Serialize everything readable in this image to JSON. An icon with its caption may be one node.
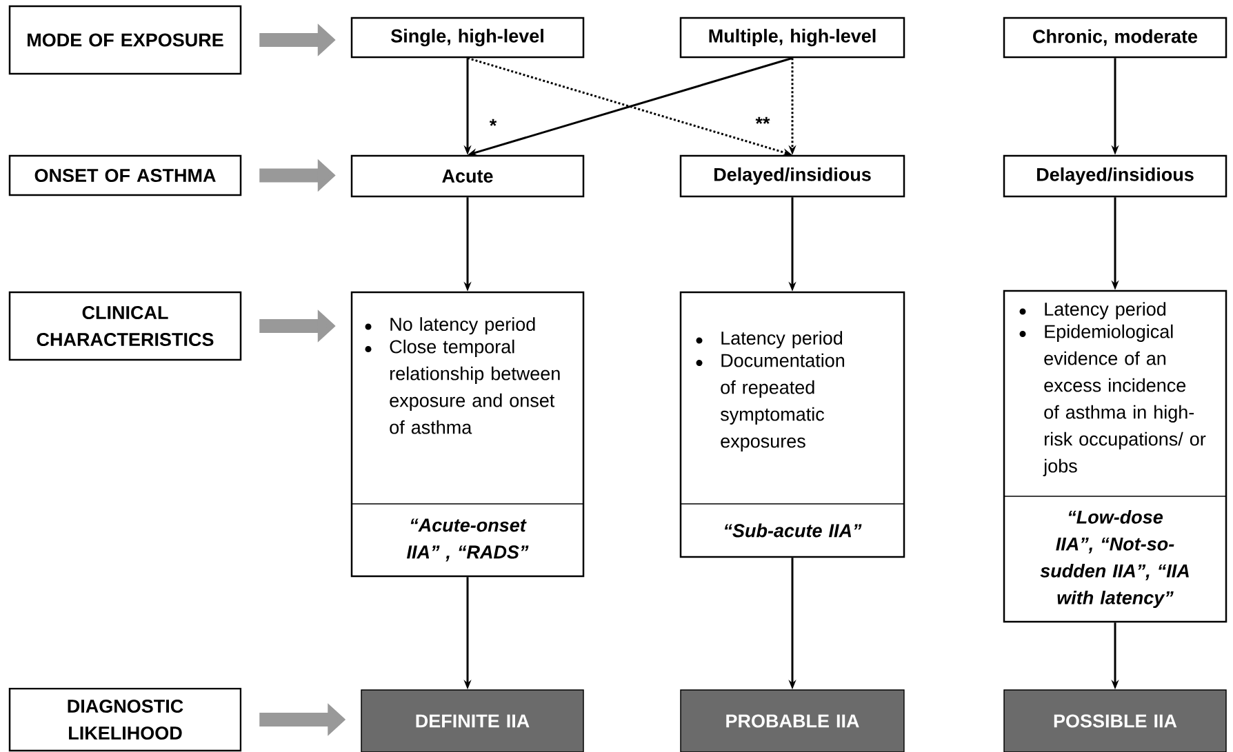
{
  "diagram": {
    "nodes": [
      {
        "text": [
          "MODE OF EXPOSURE"
        ]
      },
      {
        "text": [
          "Single, high-level"
        ]
      },
      {
        "text": [
          "Multiple, high-level"
        ]
      },
      {
        "text": [
          "Chronic, moderate"
        ]
      },
      {
        "text": [
          "ONSET OF ASTHMA"
        ]
      },
      {
        "text": [
          "Acute"
        ]
      },
      {
        "text": [
          "Delayed/insidious"
        ]
      },
      {
        "text": [
          "Delayed/insidious"
        ]
      },
      {
        "text": [
          "CLINICAL CHARACTERISTICS"
        ]
      },
      {
        "text": [
          "No latency period",
          "Close temporal relationship between exposure and onset of asthma",
          "“Acute-onset IIA” , “RADS”"
        ]
      },
      {
        "text": [
          "Latency period",
          "Documentation of repeated symptomatic exposures",
          "“Sub-acute IIA”"
        ]
      },
      {
        "text": [
          "Latency period",
          "Epidemiological evidence of an excess incidence of asthma in high-risk occupations/ or jobs",
          "“Low-dose IIA”, “Not-so-sudden IIA”, “IIA with latency”"
        ]
      },
      {
        "text": [
          "DIAGNOSTIC LIKELIHOOD"
        ]
      },
      {
        "text": [
          "DEFINITE IIA"
        ]
      },
      {
        "text": [
          "PROBABLE IIA"
        ]
      },
      {
        "text": [
          "POSSIBLE IIA"
        ]
      }
    ],
    "edges": [
      {
        "from": 0,
        "to": 1,
        "arrow": "to",
        "style": "thick",
        "color": "#999999"
      },
      {
        "from": 4,
        "to": 5,
        "arrow": "to",
        "style": "thick",
        "color": "#999999"
      },
      {
        "from": 8,
        "to": 9,
        "arrow": "to",
        "style": "thick",
        "color": "#999999"
      },
      {
        "from": 12,
        "to": 13,
        "arrow": "to",
        "style": "thick",
        "color": "#999999"
      },
      {
        "from": 1,
        "to": 5,
        "arrow": "to"
      },
      {
        "from": 2,
        "to": 5,
        "arrow": "to"
      },
      {
        "from": 1,
        "to": 6,
        "arrow": "to",
        "style": "dashed"
      },
      {
        "from": 2,
        "to": 6,
        "arrow": "to",
        "style": "dashed"
      },
      {
        "from": 3,
        "to": 7,
        "arrow": "to"
      },
      {
        "from": 5,
        "to": 9,
        "arrow": "to"
      },
      {
        "from": 6,
        "to": 10,
        "arrow": "to"
      },
      {
        "from": 7,
        "to": 11,
        "arrow": "to"
      },
      {
        "from": 9,
        "to": 13,
        "arrow": "to"
      },
      {
        "from": 10,
        "to": 14,
        "arrow": "to"
      },
      {
        "from": 11,
        "to": 15,
        "arrow": "to"
      }
    ],
    "labels": [
      "*",
      "**"
    ]
  }
}
